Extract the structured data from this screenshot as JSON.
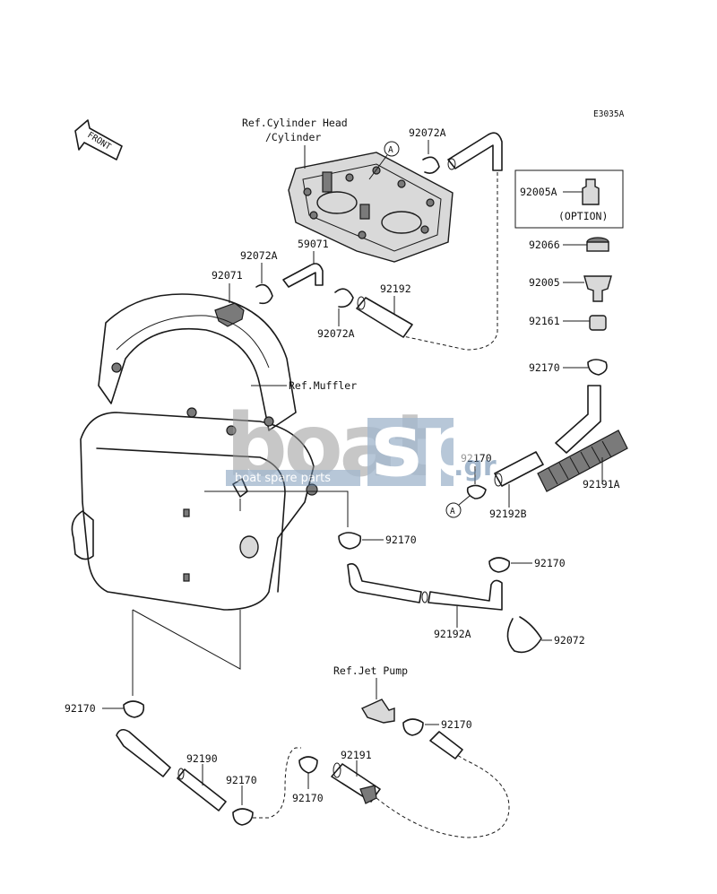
{
  "diagram_code": "E3035A",
  "front_label": "FRONT",
  "ref_labels": {
    "cylinder_head_line1": "Ref.Cylinder Head",
    "cylinder_head_line2": "/Cylinder",
    "muffler": "Ref.Muffler",
    "jet_pump": "Ref.Jet Pump"
  },
  "callout_letter": "A",
  "option_box": {
    "part": "92005A",
    "note": "(OPTION)"
  },
  "parts": {
    "p92072A_top": "92072A",
    "p92072A_left": "92072A",
    "p92072A_low": "92072A",
    "p59071": "59071",
    "p92071": "92071",
    "p92192": "92192",
    "p92066": "92066",
    "p92005": "92005",
    "p92161": "92161",
    "p92170_r1": "92170",
    "p92170_mid": "92170",
    "p92191A": "92191A",
    "p92192B": "92192B",
    "p92170_center": "92170",
    "p92170_r2": "92170",
    "p92072": "92072",
    "p92192A": "92192A",
    "p92170_left": "92170",
    "p92190": "92190",
    "p92170_b1": "92170",
    "p92170_b2": "92170",
    "p92191": "92191",
    "p92170_jp": "92170"
  },
  "watermark": {
    "text_left": "boat",
    "text_right": "sp",
    "suffix": ".gr",
    "tagline": "boat spare parts"
  }
}
